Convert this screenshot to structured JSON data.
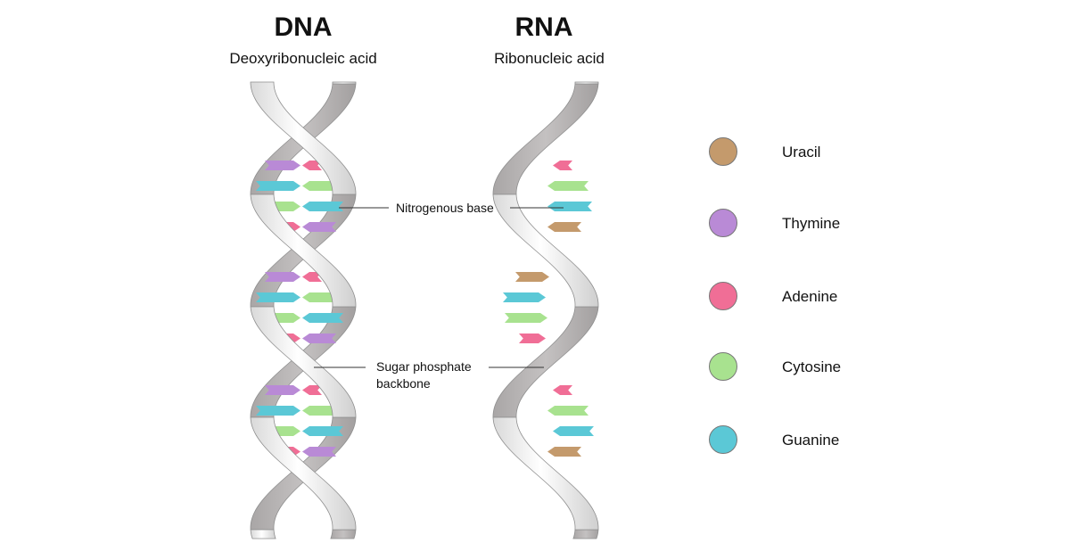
{
  "dna": {
    "title": "DNA",
    "subtitle": "Deoxyribonucleic acid"
  },
  "rna": {
    "title": "RNA",
    "subtitle": "Ribonucleic acid"
  },
  "annotations": {
    "nitrogenous_base": "Nitrogenous base",
    "sugar_phosphate_line1": "Sugar phosphate",
    "sugar_phosphate_line2": "backbone"
  },
  "legend": [
    {
      "label": "Uracil",
      "color": "#c49a6c"
    },
    {
      "label": "Thymine",
      "color": "#b98ad6"
    },
    {
      "label": "Adenine",
      "color": "#f06e96"
    },
    {
      "label": "Cytosine",
      "color": "#a8e28f"
    },
    {
      "label": "Guanine",
      "color": "#5bc8d6"
    }
  ],
  "colors": {
    "backbone_back": "#b9b6b6",
    "backbone_front": "#f1f1f1",
    "backbone_edge": "#8e8e8e",
    "pointer_line": "#333333"
  }
}
